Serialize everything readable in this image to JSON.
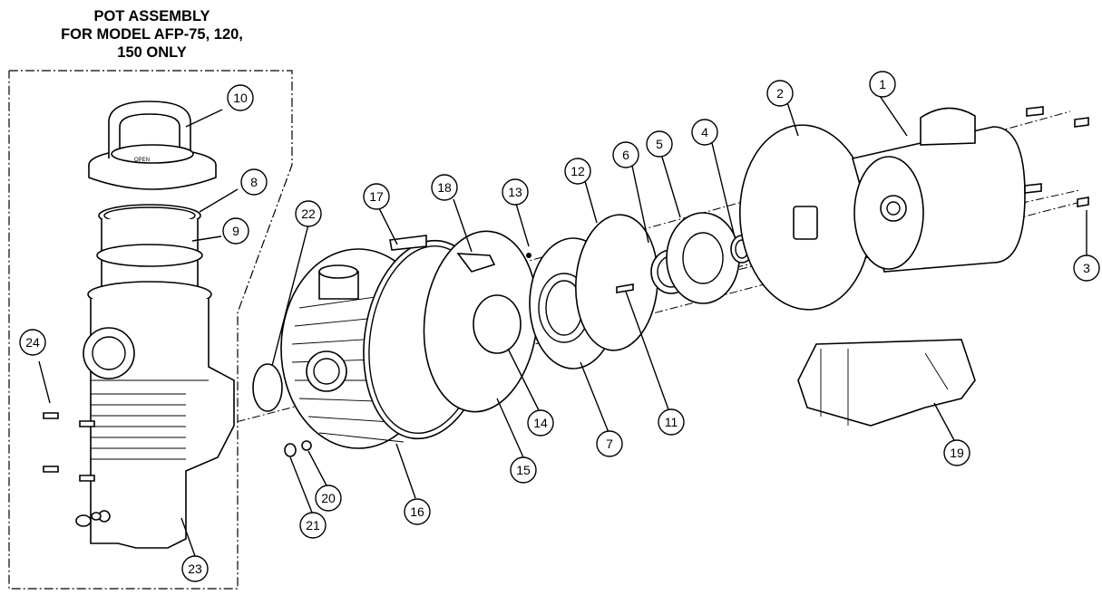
{
  "diagram": {
    "title": "POT ASSEMBLY\nFOR MODEL AFP-75, 120,\n150 ONLY",
    "pot_lid_text": "OPEN",
    "callouts": [
      "1",
      "2",
      "3",
      "4",
      "5",
      "6",
      "7",
      "8",
      "9",
      "10",
      "11",
      "12",
      "13",
      "14",
      "15",
      "16",
      "17",
      "18",
      "19",
      "20",
      "21",
      "22",
      "23",
      "24"
    ]
  },
  "colors": {
    "line": "#000000",
    "background": "#ffffff",
    "part_fill": "#ffffff"
  }
}
